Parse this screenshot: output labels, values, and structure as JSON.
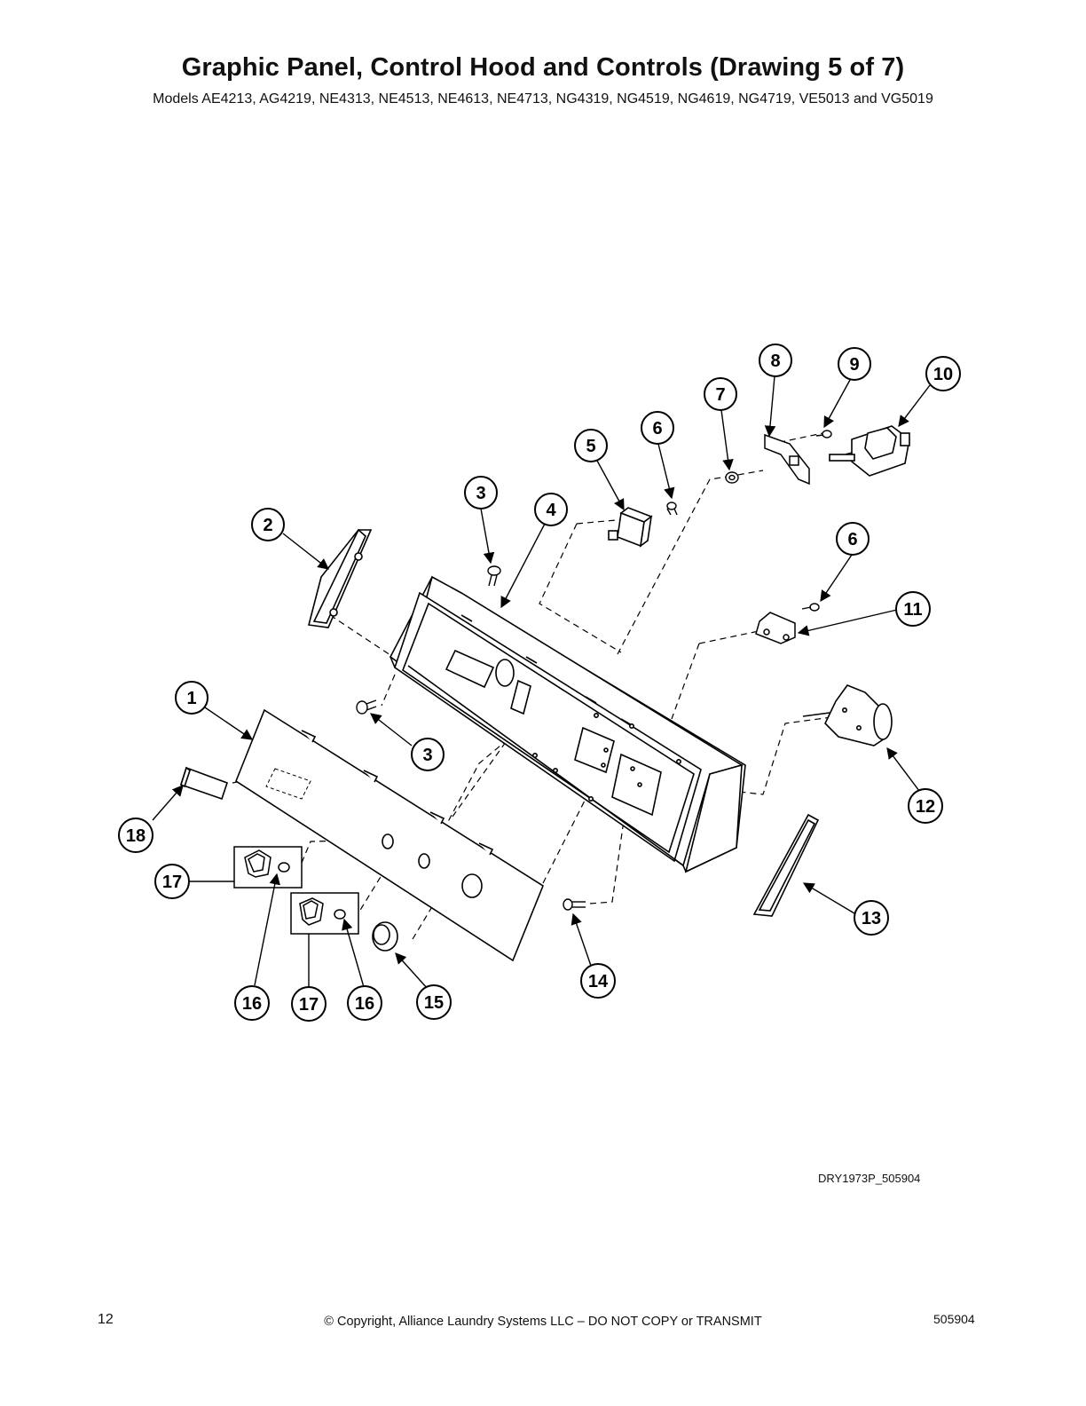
{
  "page": {
    "title": "Graphic Panel, Control Hood and Controls (Drawing 5 of 7)",
    "subtitle": "Models AE4213, AG4219, NE4313, NE4513, NE4613, NE4713, NG4319, NG4519, NG4619, NG4719, VE5013 and VG5019",
    "drawing_id": "DRY1973P_505904",
    "page_number": "12",
    "copyright": "© Copyright, Alliance Laundry Systems LLC – DO NOT COPY or TRANSMIT",
    "doc_number": "505904"
  },
  "callouts": [
    {
      "id": "c1",
      "label": "1"
    },
    {
      "id": "c2",
      "label": "2"
    },
    {
      "id": "c3a",
      "label": "3"
    },
    {
      "id": "c3b",
      "label": "3"
    },
    {
      "id": "c4",
      "label": "4"
    },
    {
      "id": "c5",
      "label": "5"
    },
    {
      "id": "c6a",
      "label": "6"
    },
    {
      "id": "c6b",
      "label": "6"
    },
    {
      "id": "c7",
      "label": "7"
    },
    {
      "id": "c8",
      "label": "8"
    },
    {
      "id": "c9",
      "label": "9"
    },
    {
      "id": "c10",
      "label": "10"
    },
    {
      "id": "c11",
      "label": "11"
    },
    {
      "id": "c12",
      "label": "12"
    },
    {
      "id": "c13",
      "label": "13"
    },
    {
      "id": "c14",
      "label": "14"
    },
    {
      "id": "c15",
      "label": "15"
    },
    {
      "id": "c16a",
      "label": "16"
    },
    {
      "id": "c16b",
      "label": "16"
    },
    {
      "id": "c17a",
      "label": "17"
    },
    {
      "id": "c17b",
      "label": "17"
    },
    {
      "id": "c18",
      "label": "18"
    }
  ]
}
